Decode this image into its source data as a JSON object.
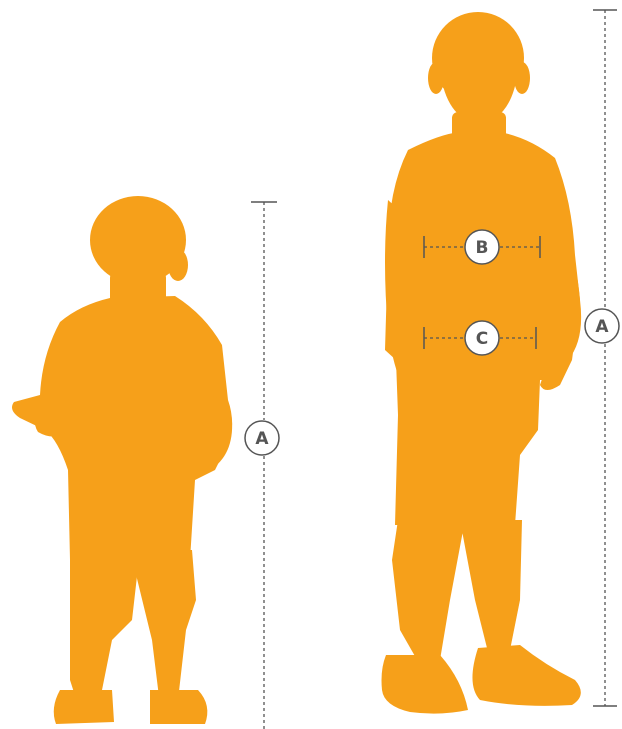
{
  "colors": {
    "silhouette": "#F6A01A",
    "marker": "#555555",
    "badge_fill": "#ffffff"
  },
  "measurements": {
    "small_child_height_label": "A",
    "large_child_height_label": "A",
    "chest_label": "B",
    "waist_label": "C"
  },
  "icons": {
    "small_child": "child-silhouette-icon",
    "large_child": "child-silhouette-icon"
  }
}
